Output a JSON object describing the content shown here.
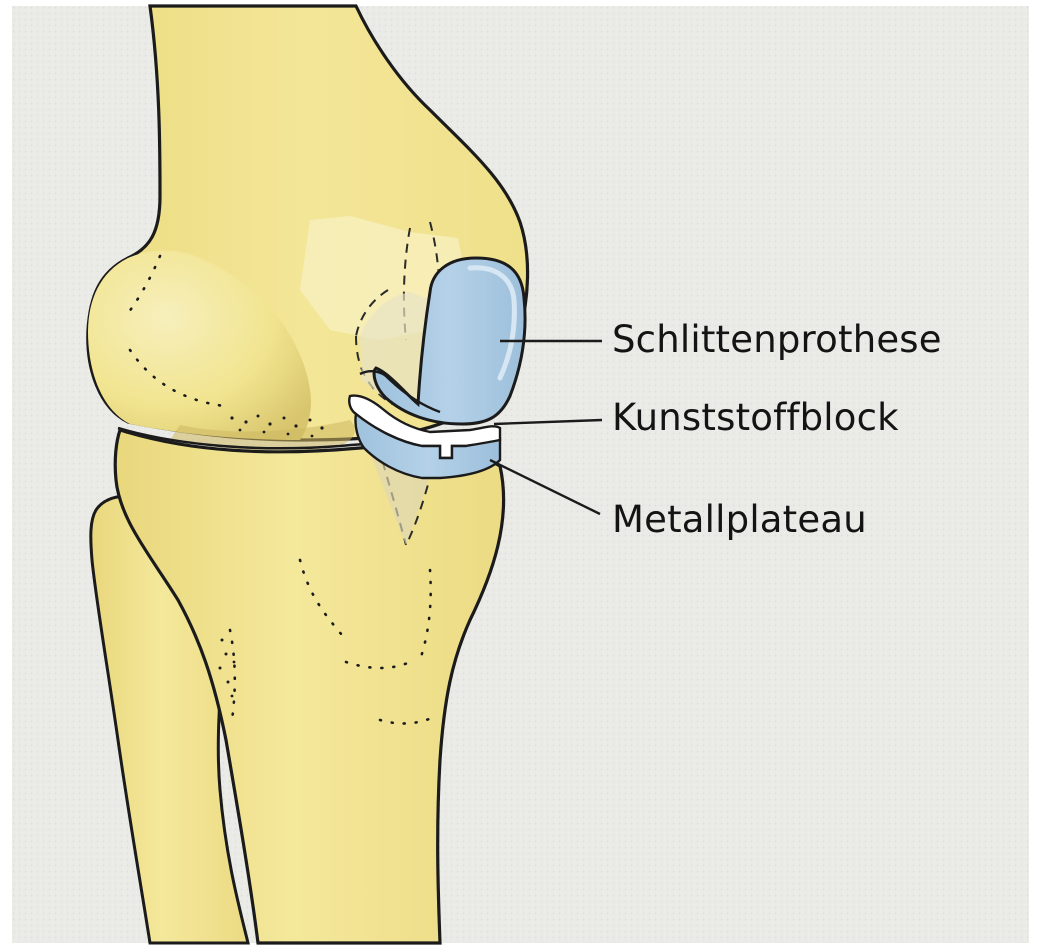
{
  "labels": [
    "Schlittenprothese",
    "Kunststoffblock",
    "Metallplateau"
  ],
  "colors": {
    "background": "#eaeae7",
    "bone": "#f1e48f",
    "bone_light": "#f7efbc",
    "bone_shadow": "#c9b562",
    "implant": "#a9cbe6",
    "implant_light": "#d6e6f2",
    "plastic": "#ffffff",
    "outline": "#1b1b1b"
  }
}
